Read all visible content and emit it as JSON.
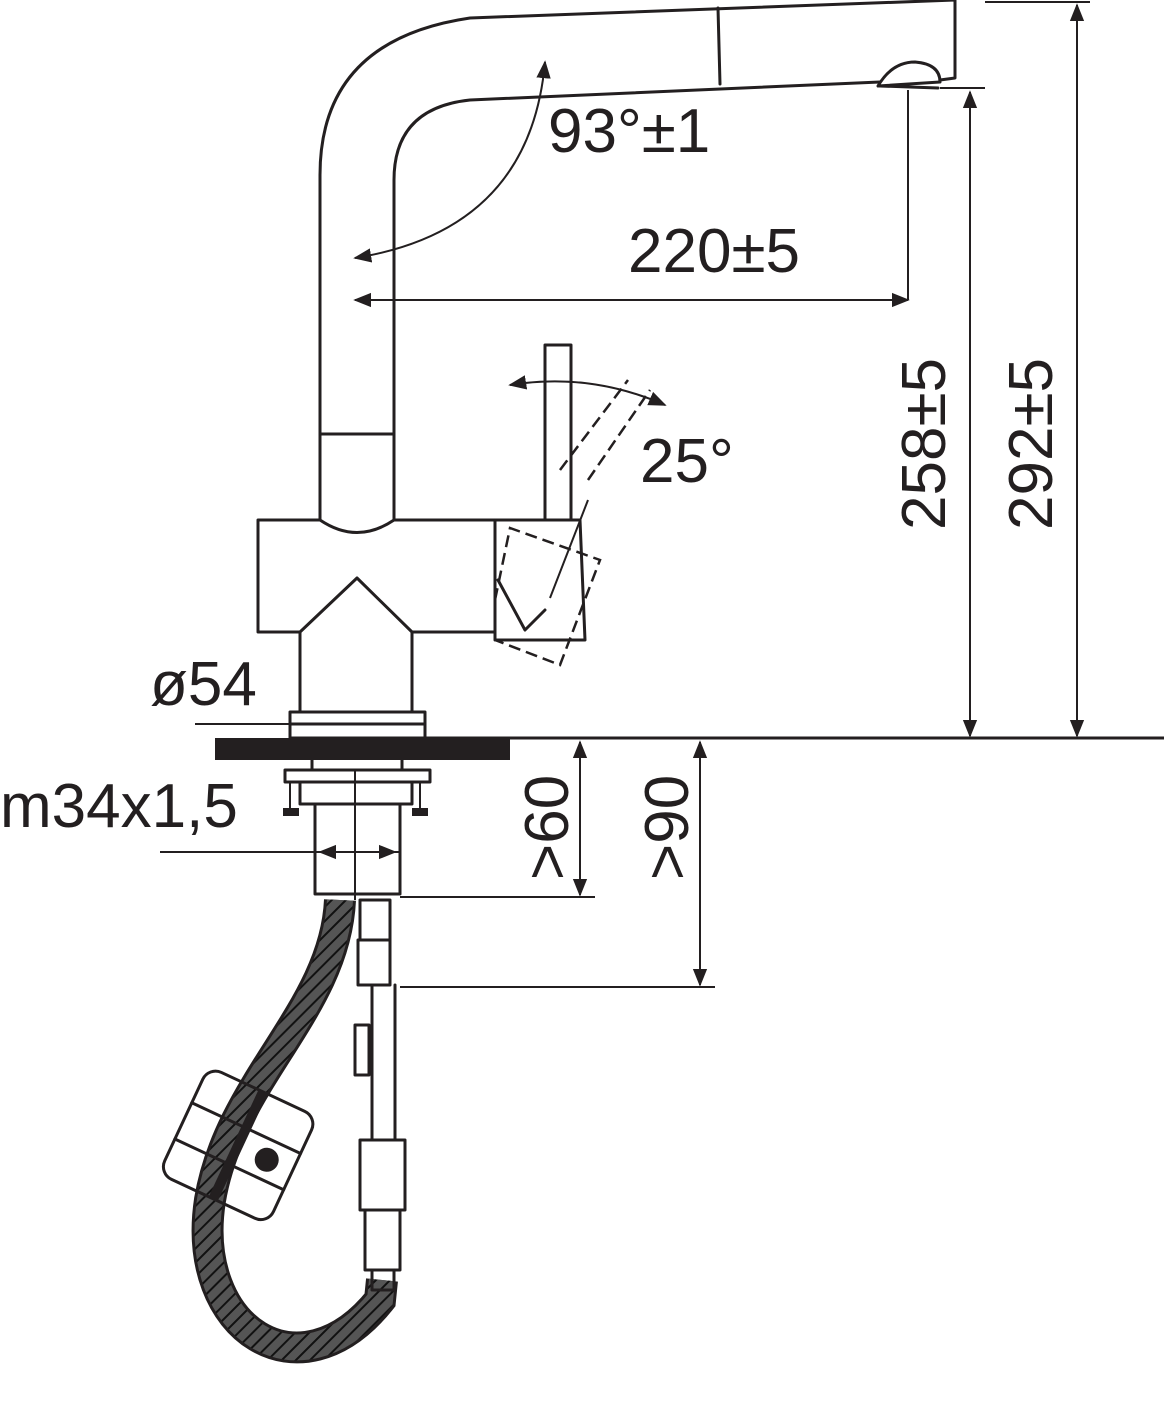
{
  "dimensions": {
    "spout_angle": "93°±1",
    "reach": "220±5",
    "lever_angle": "25°",
    "spout_height": "258±5",
    "total_height": "292±5",
    "base_diameter": "ø54",
    "thread": "m34x1,5",
    "min_clearance_60": ">60",
    "min_clearance_90": ">90"
  }
}
